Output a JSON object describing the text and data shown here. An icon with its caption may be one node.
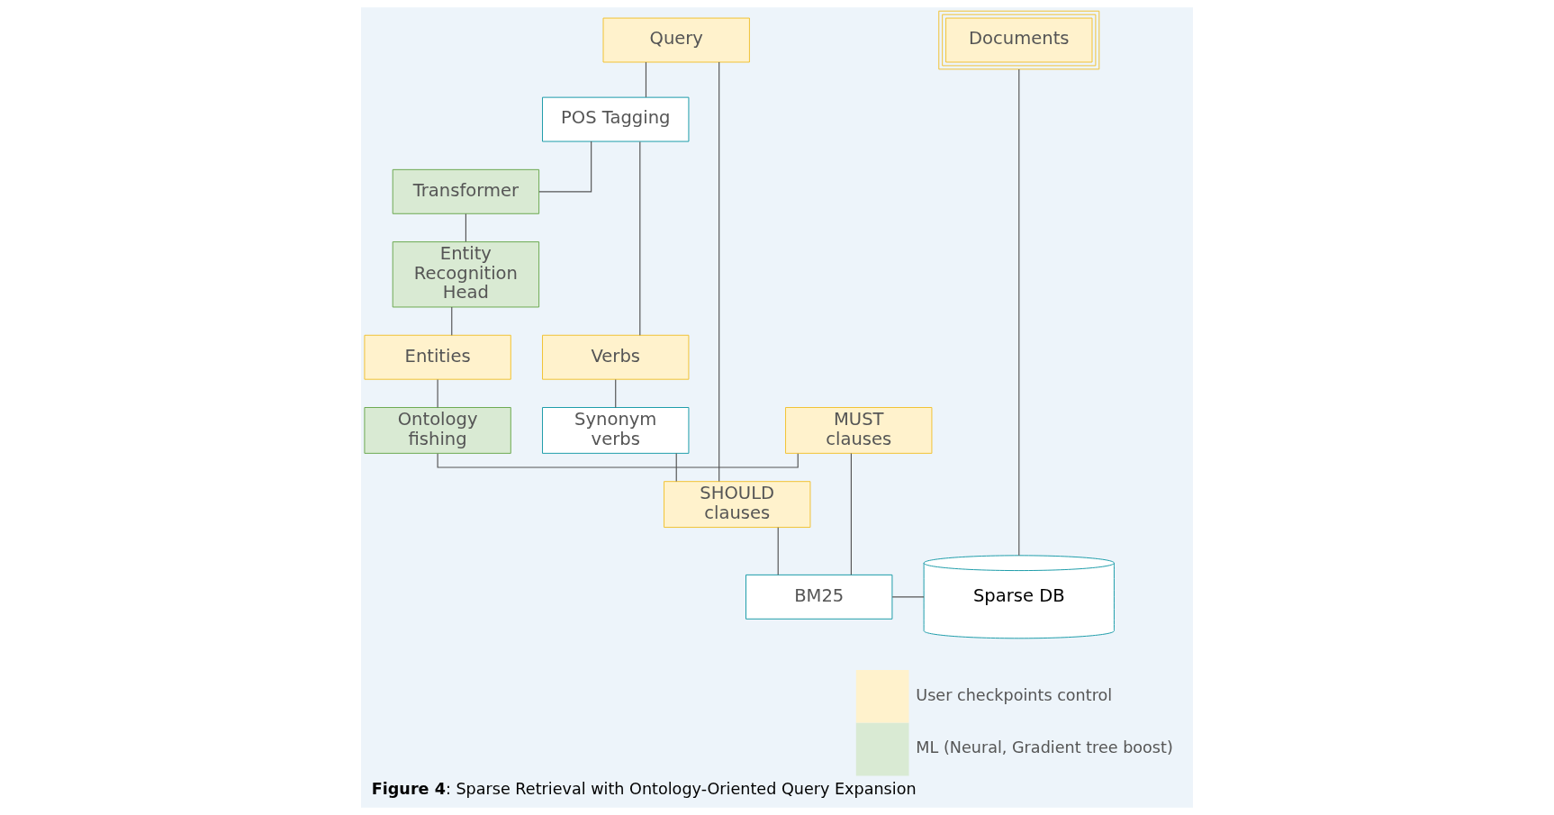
{
  "diagram": {
    "caption": "**Figure 4**: Sparse Retrieval with Ontology-Oriented Query Expansion",
    "nodes": [
      {
        "text": [
          "Query"
        ]
      },
      {
        "text": [
          "Documents"
        ]
      },
      {
        "text": [
          "POS Tagging"
        ]
      },
      {
        "text": [
          "Transformer"
        ]
      },
      {
        "text": [
          "Entity Recognition Head"
        ]
      },
      {
        "text": [
          "SHOULD clauses"
        ]
      },
      {
        "text": [
          "BM25"
        ]
      },
      {
        "text": [
          "Sparse DB"
        ]
      },
      {
        "text": [
          "Entities"
        ]
      },
      {
        "text": [
          "Verbs"
        ]
      },
      {
        "text": [
          "Ontology fishing"
        ]
      },
      {
        "text": [
          "Synonym verbs"
        ]
      },
      {
        "text": [
          "MUST clauses"
        ]
      }
    ],
    "edges": [
      {
        "from": 0,
        "to": 2,
        "arrow": "none"
      },
      {
        "from": 0,
        "to": 5,
        "arrow": "none"
      },
      {
        "from": 2,
        "to": 3,
        "arrow": "none"
      },
      {
        "from": 2,
        "to": 9,
        "arrow": "none"
      },
      {
        "from": 3,
        "to": 4,
        "arrow": "none"
      },
      {
        "from": 4,
        "to": 8,
        "arrow": "none"
      },
      {
        "from": 8,
        "to": 10,
        "arrow": "none"
      },
      {
        "from": 9,
        "to": 11,
        "arrow": "none"
      },
      {
        "from": 11,
        "to": 5,
        "arrow": "none"
      },
      {
        "from": 5,
        "to": 6,
        "arrow": "none"
      },
      {
        "from": 6,
        "to": 7,
        "arrow": "none"
      },
      {
        "from": 6,
        "to": 12,
        "arrow": "none"
      },
      {
        "from": 10,
        "to": 12,
        "arrow": "none"
      },
      {
        "from": 1,
        "to": 7,
        "arrow": "none"
      }
    ],
    "legend": [
      {
        "text": "User checkpoints control",
        "color": "#fff2cc"
      },
      {
        "text": "ML (Neural, Gradient tree boost)",
        "color": "#d9ead3"
      }
    ]
  }
}
